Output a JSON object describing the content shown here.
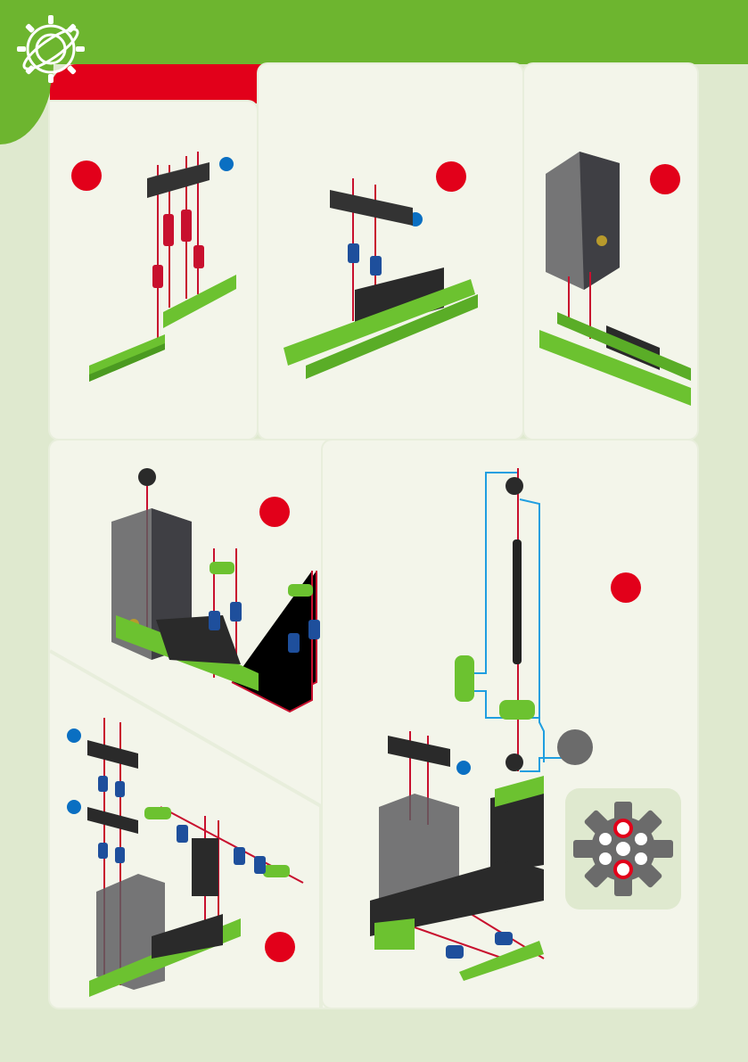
{
  "page": {
    "header_color": "#6db52f",
    "accent_red": "#e2001a",
    "accent_blue": "#0a6fc2",
    "title_tab_text": ""
  },
  "steps": [
    {
      "number": "",
      "panel": "step-1"
    },
    {
      "number": "",
      "panel": "step-2"
    },
    {
      "number": "",
      "panel": "step-3"
    },
    {
      "number": "",
      "panel": "step-4"
    },
    {
      "number": "",
      "panel": "step-5"
    },
    {
      "number": "",
      "panel": "step-6"
    }
  ],
  "icons": [
    "gear-globe-logo-icon"
  ]
}
